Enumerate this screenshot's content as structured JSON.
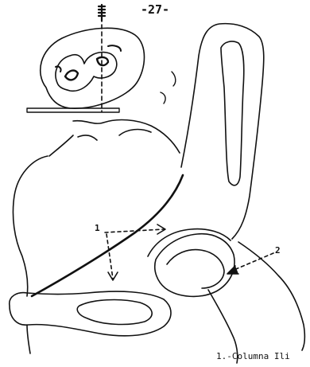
{
  "page_number": "-27-",
  "labels": {
    "marker_1": "1",
    "marker_2": "2"
  },
  "caption": "1.-Columna Ili",
  "colors": {
    "ink": "#111111",
    "background": "#ffffff"
  }
}
